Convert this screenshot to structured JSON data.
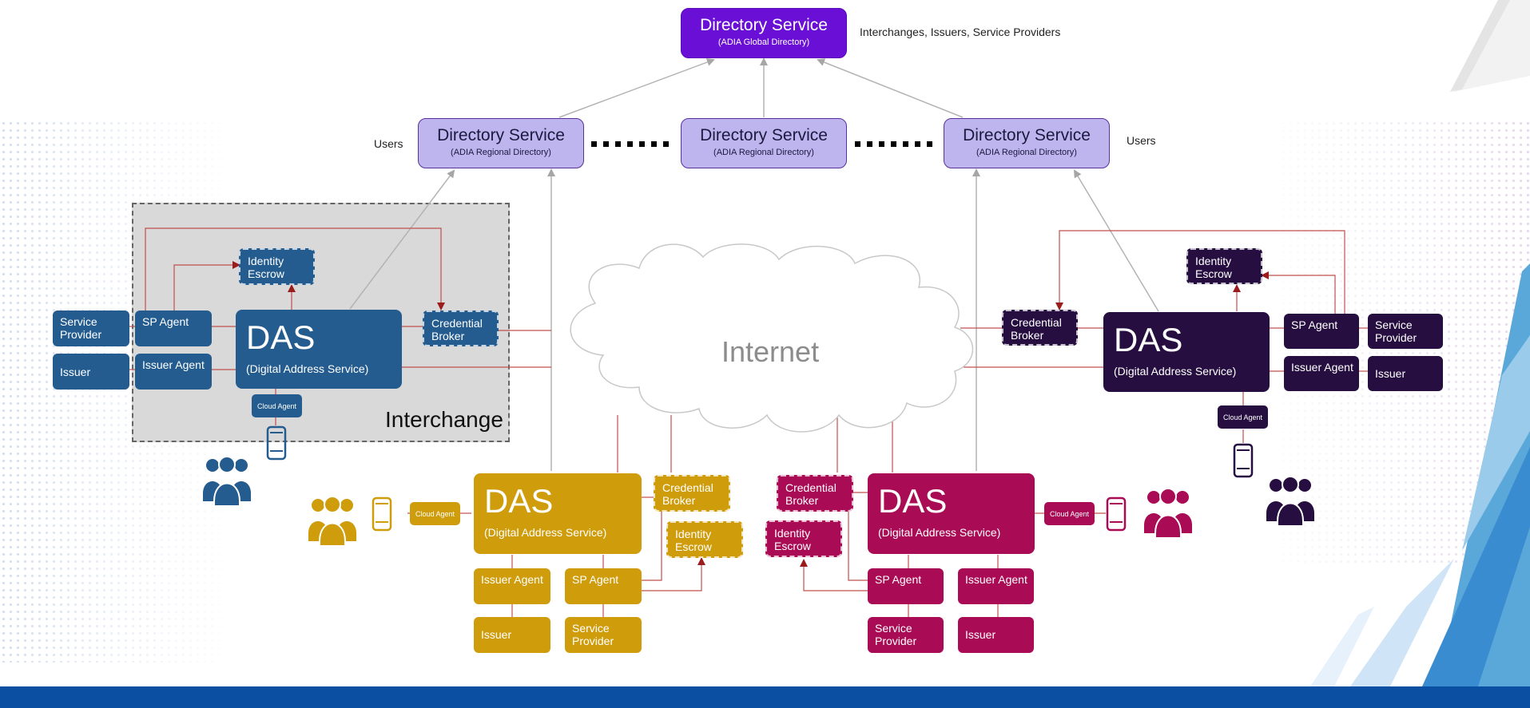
{
  "colors": {
    "blue": "#245c8f",
    "dark_purple": "#260f40",
    "gold": "#cf9c0c",
    "magenta": "#aa0b55",
    "global_directory": "#6a10d6",
    "regional_directory": "#bfb5ee",
    "line_red": "#c0504d",
    "line_gray": "#b0b0b0",
    "bottom_bar": "#0b4fa3"
  },
  "directory": {
    "global": {
      "title": "Directory Service",
      "subtitle": "(ADIA Global Directory)"
    },
    "global_note": "Interchanges, Issuers, Service Providers",
    "regional_left": {
      "title": "Directory Service",
      "subtitle": "(ADIA Regional Directory)"
    },
    "regional_center": {
      "title": "Directory Service",
      "subtitle": "(ADIA Regional Directory)"
    },
    "regional_right": {
      "title": "Directory Service",
      "subtitle": "(ADIA Regional Directory)"
    },
    "users_left": "Users",
    "users_right": "Users"
  },
  "internet_label": "Internet",
  "blue_cluster": {
    "interchange_label": "Interchange",
    "das": {
      "title": "DAS",
      "subtitle": "(Digital Address Service)"
    },
    "identity_escrow": "Identity Escrow",
    "credential_broker": "Credential Broker",
    "sp_agent": "SP Agent",
    "issuer_agent": "Issuer Agent",
    "service_provider": "Service Provider",
    "issuer": "Issuer",
    "cloud_agent": "Cloud Agent",
    "icons": [
      "phone-icon",
      "users-icon"
    ]
  },
  "purple_cluster": {
    "das": {
      "title": "DAS",
      "subtitle": "(Digital Address Service)"
    },
    "identity_escrow": "Identity Escrow",
    "credential_broker": "Credential Broker",
    "sp_agent": "SP Agent",
    "issuer_agent": "Issuer Agent",
    "service_provider": "Service Provider",
    "issuer": "Issuer",
    "cloud_agent": "Cloud Agent",
    "icons": [
      "phone-icon",
      "users-icon"
    ]
  },
  "gold_cluster": {
    "das": {
      "title": "DAS",
      "subtitle": "(Digital Address Service)"
    },
    "credential_broker": "Credential Broker",
    "identity_escrow": "Identity Escrow",
    "issuer_agent": "Issuer Agent",
    "sp_agent": "SP Agent",
    "issuer": "Issuer",
    "service_provider": "Service Provider",
    "cloud_agent": "Cloud Agent",
    "icons": [
      "users-icon",
      "phone-icon"
    ]
  },
  "magenta_cluster": {
    "das": {
      "title": "DAS",
      "subtitle": "(Digital Address Service)"
    },
    "credential_broker": "Credential Broker",
    "identity_escrow": "Identity Escrow",
    "sp_agent": "SP Agent",
    "issuer_agent": "Issuer Agent",
    "service_provider": "Service Provider",
    "issuer": "Issuer",
    "cloud_agent": "Cloud Agent",
    "icons": [
      "phone-icon",
      "users-icon"
    ]
  }
}
